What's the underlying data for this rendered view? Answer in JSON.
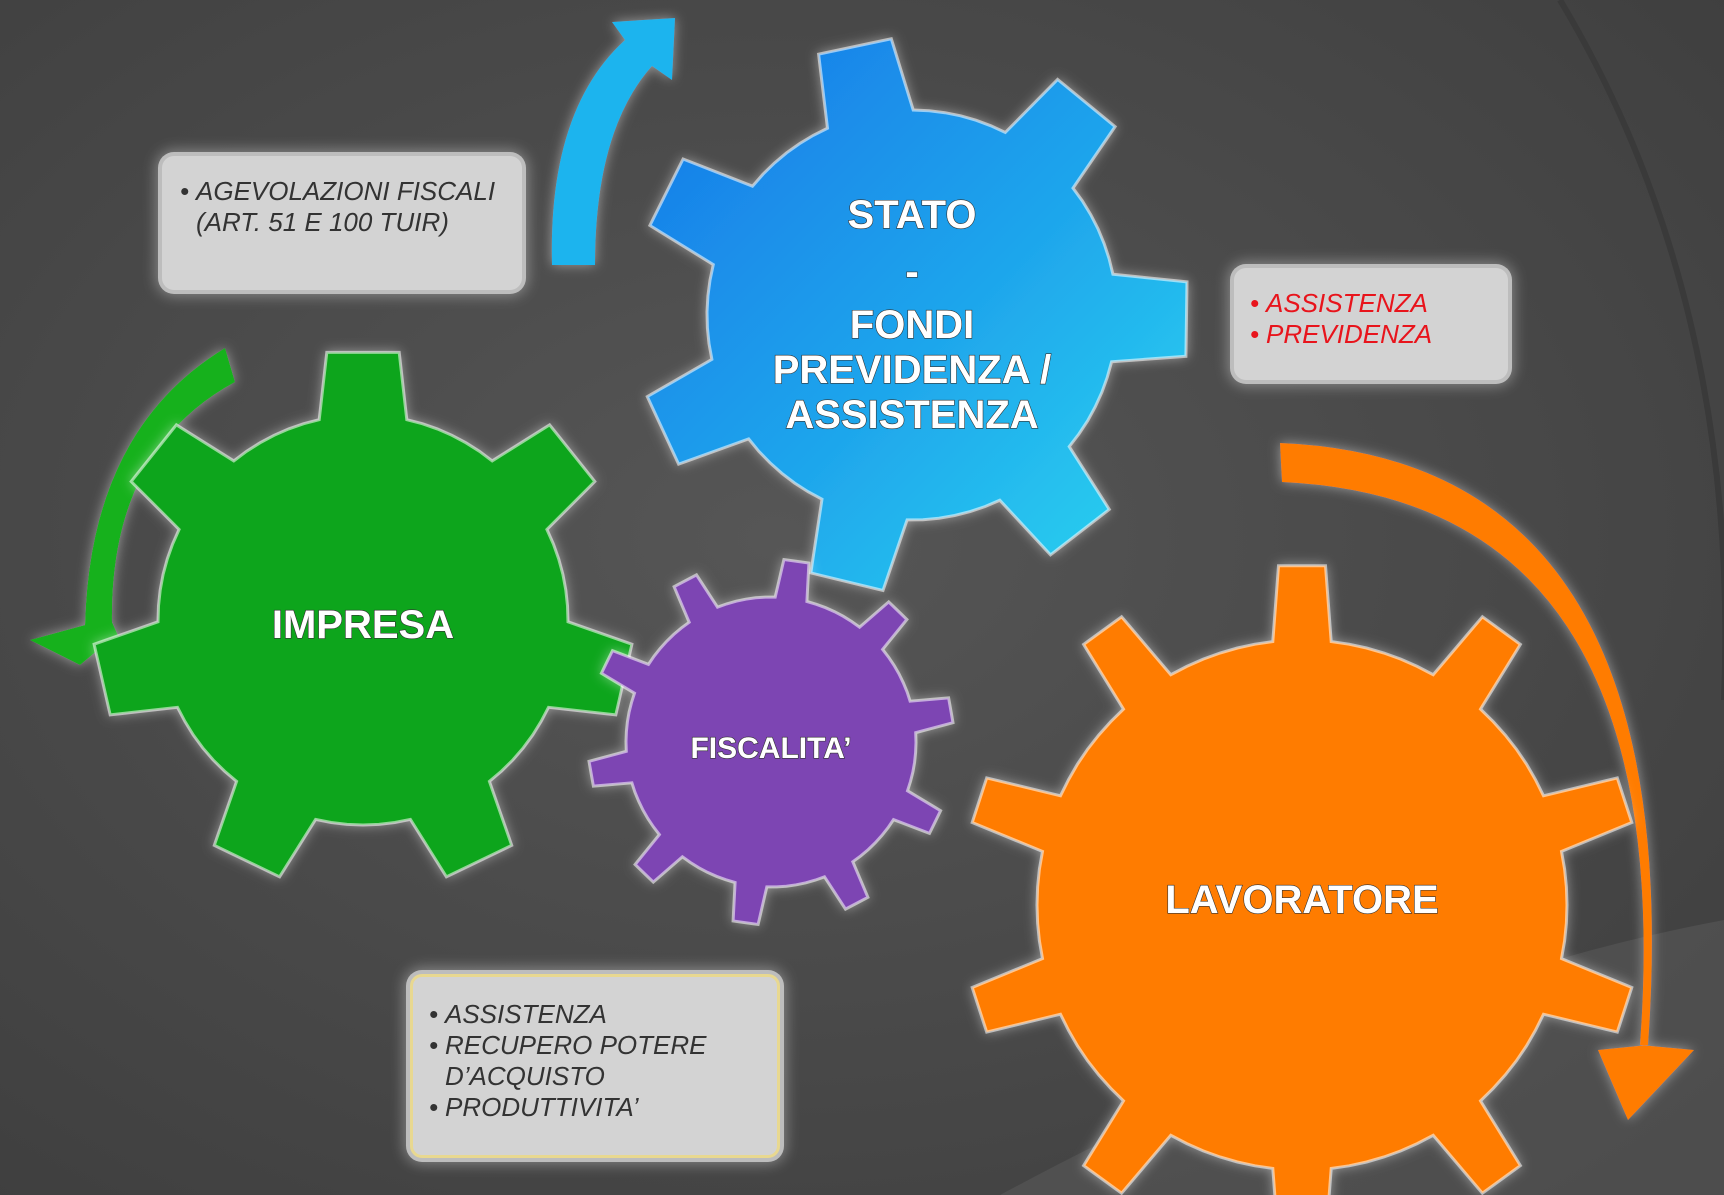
{
  "gears": [
    {
      "id": "stato",
      "lines": [
        "STATO",
        "-",
        "FONDI",
        "PREVIDENZA /",
        "ASSISTENZA"
      ],
      "color": "#1c8fe0"
    },
    {
      "id": "impresa",
      "lines": [
        "IMPRESA"
      ],
      "color": "#0fa51a"
    },
    {
      "id": "fiscalita",
      "lines": [
        "FISCALITA’"
      ],
      "color": "#7d44b3"
    },
    {
      "id": "lavoratore",
      "lines": [
        "LAVORATORE"
      ],
      "color": "#ff7c00"
    }
  ],
  "notes": {
    "agevolazioni": [
      "AGEVOLAZIONI FISCALI (ART. 51 E 100 TUIR)"
    ],
    "stato": [
      "ASSISTENZA",
      "PREVIDENZA"
    ],
    "fiscalita": [
      "ASSISTENZA",
      "RECUPERO POTERE D’ACQUISTO",
      "PRODUTTIVITA’"
    ]
  },
  "arrows": [
    {
      "id": "blue",
      "color": "#1eb4ee"
    },
    {
      "id": "green",
      "color": "#16b11e"
    },
    {
      "id": "orange",
      "color": "#ff7c00"
    }
  ]
}
